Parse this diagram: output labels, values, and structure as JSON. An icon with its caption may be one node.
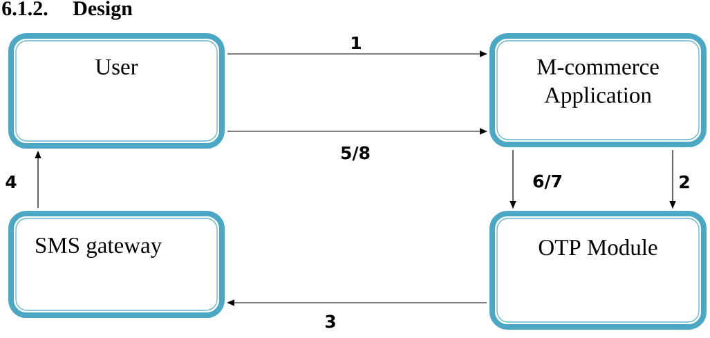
{
  "diagram": {
    "title": "6.1.2. Design",
    "nodes": [
      {
        "text": [
          "User"
        ]
      },
      {
        "text": [
          "M-commerce Application"
        ]
      },
      {
        "text": [
          "SMS gateway"
        ]
      },
      {
        "text": [
          "OTP Module"
        ]
      }
    ],
    "edges": [
      {
        "from": 0,
        "to": 1,
        "arrow": "to",
        "label": "1"
      },
      {
        "from": 0,
        "to": 1,
        "arrow": "to",
        "label": "5/8"
      },
      {
        "from": 1,
        "to": 3,
        "arrow": "to",
        "label": "6/7"
      },
      {
        "from": 1,
        "to": 3,
        "arrow": "to",
        "label": "2"
      },
      {
        "from": 3,
        "to": 2,
        "arrow": "to",
        "label": "3"
      },
      {
        "from": 2,
        "to": 0,
        "arrow": "to",
        "label": "4"
      }
    ]
  }
}
